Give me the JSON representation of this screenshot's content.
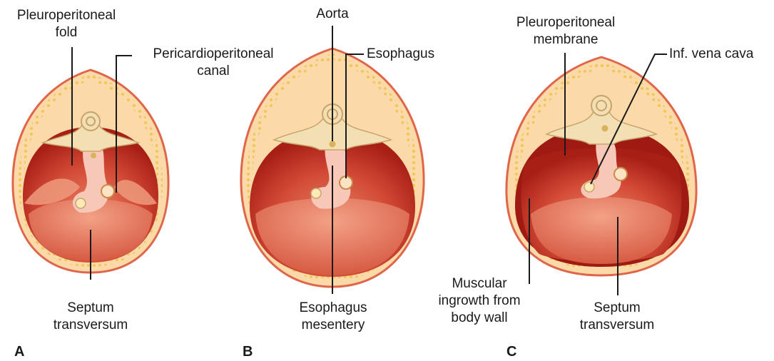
{
  "panels": [
    {
      "letter": "A",
      "labels": {
        "pleuroperitoneal_fold": [
          "Pleuroperitoneal",
          "fold"
        ],
        "pericardioperitoneal_canal": [
          "Pericardioperitoneal",
          "canal"
        ],
        "septum_transversum": [
          "Septum",
          "transversum"
        ]
      }
    },
    {
      "letter": "B",
      "labels": {
        "aorta": [
          "Aorta"
        ],
        "esophagus": [
          "Esophagus"
        ],
        "esophagus_mesentery": [
          "Esophagus",
          "mesentery"
        ]
      }
    },
    {
      "letter": "C",
      "labels": {
        "pleuroperitoneal_membrane": [
          "Pleuroperitoneal",
          "membrane"
        ],
        "inf_vena_cava": [
          "Inf. vena cava"
        ],
        "muscular_ingrowth": [
          "Muscular",
          "ingrowth from",
          "body wall"
        ],
        "septum_transversum": [
          "Septum",
          "transversum"
        ]
      }
    }
  ],
  "colors": {
    "body_wall_outline": "#e0664a",
    "body_wall_fill": "#fbd9a8",
    "muscle_dots": "#f0c75a",
    "cavity_dark": "#b8261c",
    "cavity_mid": "#d9503a",
    "cavity_light": "#eb8a70",
    "mesentery": "#f7c8b8",
    "vertebra": "#f3dfb4",
    "leader_line": "#1a1a1a"
  }
}
